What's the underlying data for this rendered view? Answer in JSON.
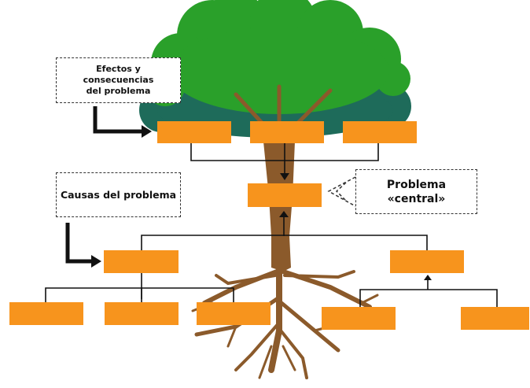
{
  "labels": {
    "effects_line1": "Efectos y consecuencias",
    "effects_line2": "del problema",
    "causes": "Causas del problema",
    "central_line1": "Problema",
    "central_line2": "«central»"
  },
  "colors": {
    "box_fill": "#f7941d",
    "canopy_light": "#2aa02a",
    "canopy_dark": "#1e6b5a",
    "trunk": "#8b5a2b",
    "connector": "#111111"
  },
  "diagram": {
    "effect_boxes": 3,
    "central_boxes": 1,
    "primary_cause_boxes": 2,
    "secondary_cause_boxes": 5
  }
}
